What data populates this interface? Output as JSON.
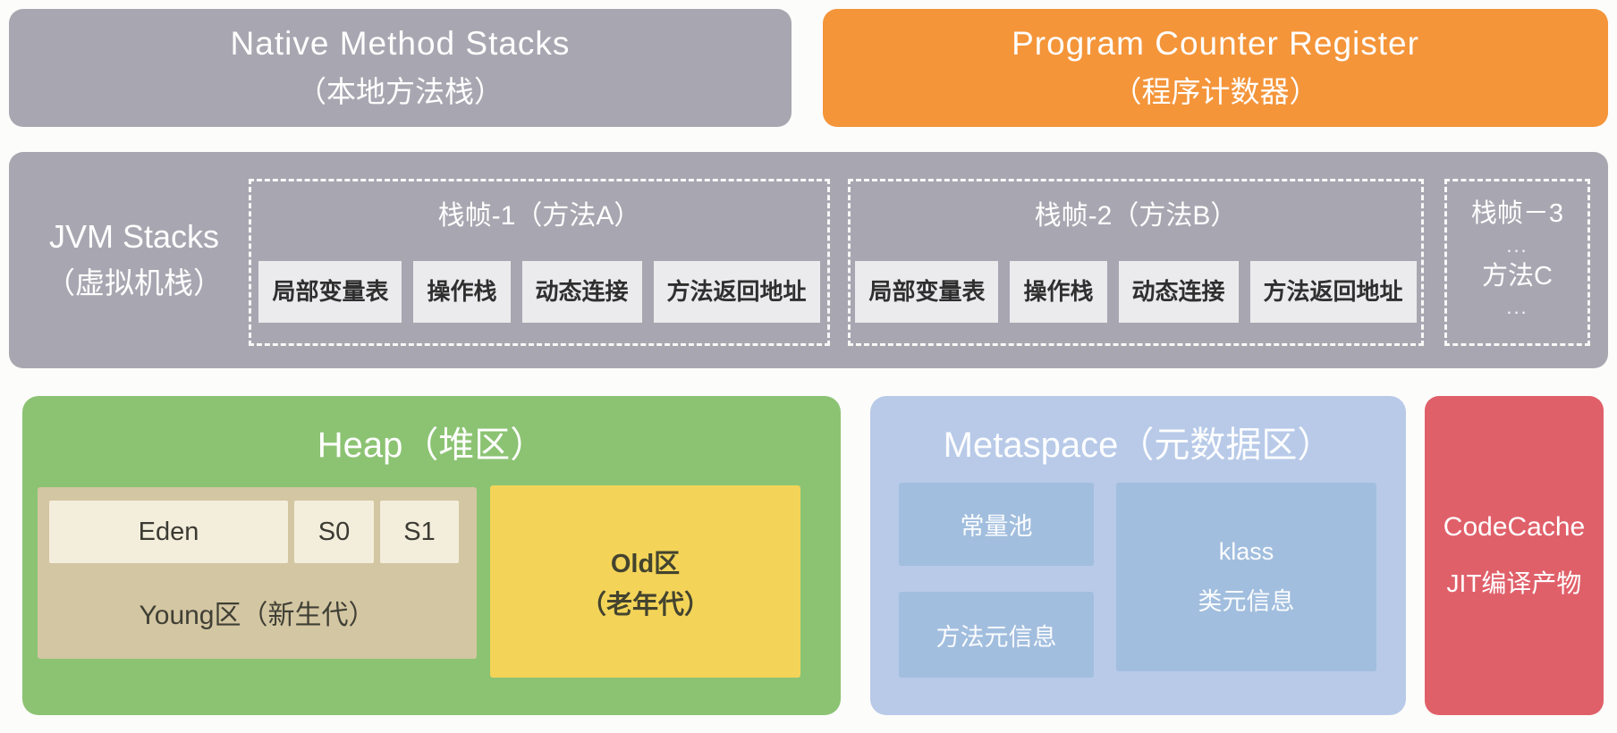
{
  "top_row": {
    "native_method_stacks": {
      "line1": "Native Method Stacks",
      "line2": "（本地方法栈）",
      "color": "#a8a7b1"
    },
    "program_counter_register": {
      "line1": "Program Counter Register",
      "line2": "（程序计数器）",
      "color": "#f4953a"
    }
  },
  "jvm_stacks": {
    "color": "#a8a7b1",
    "label": {
      "line1": "JVM Stacks",
      "line2": "（虚拟机栈）"
    },
    "frames": [
      {
        "title": "栈帧-1（方法A）",
        "cells": [
          "局部变量表",
          "操作栈",
          "动态连接",
          "方法返回地址"
        ]
      },
      {
        "title": "栈帧-2（方法B）",
        "cells": [
          "局部变量表",
          "操作栈",
          "动态连接",
          "方法返回地址"
        ]
      }
    ],
    "frame3": {
      "line1": "栈帧－3",
      "dots1": "...",
      "line2": "方法C",
      "dots2": "..."
    },
    "cell_color": "#ebebee"
  },
  "heap": {
    "title": "Heap（堆区）",
    "color": "#8cc373",
    "young": {
      "color": "#d3c6a2",
      "cell_color": "#f3eddc",
      "cells": [
        "Eden",
        "S0",
        "S1"
      ],
      "label": "Young区（新生代）"
    },
    "old": {
      "color": "#f3d458",
      "line1": "Old区",
      "line2": "（老年代）"
    }
  },
  "metaspace": {
    "title": "Metaspace（元数据区）",
    "color": "#b8cae8",
    "box_color": "#a2bede",
    "constant_pool": "常量池",
    "method_meta": "方法元信息",
    "klass": {
      "line1": "klass",
      "line2": "类元信息"
    }
  },
  "codecache": {
    "color": "#e0606a",
    "line1": "CodeCache",
    "line2": "JIT编译产物"
  }
}
